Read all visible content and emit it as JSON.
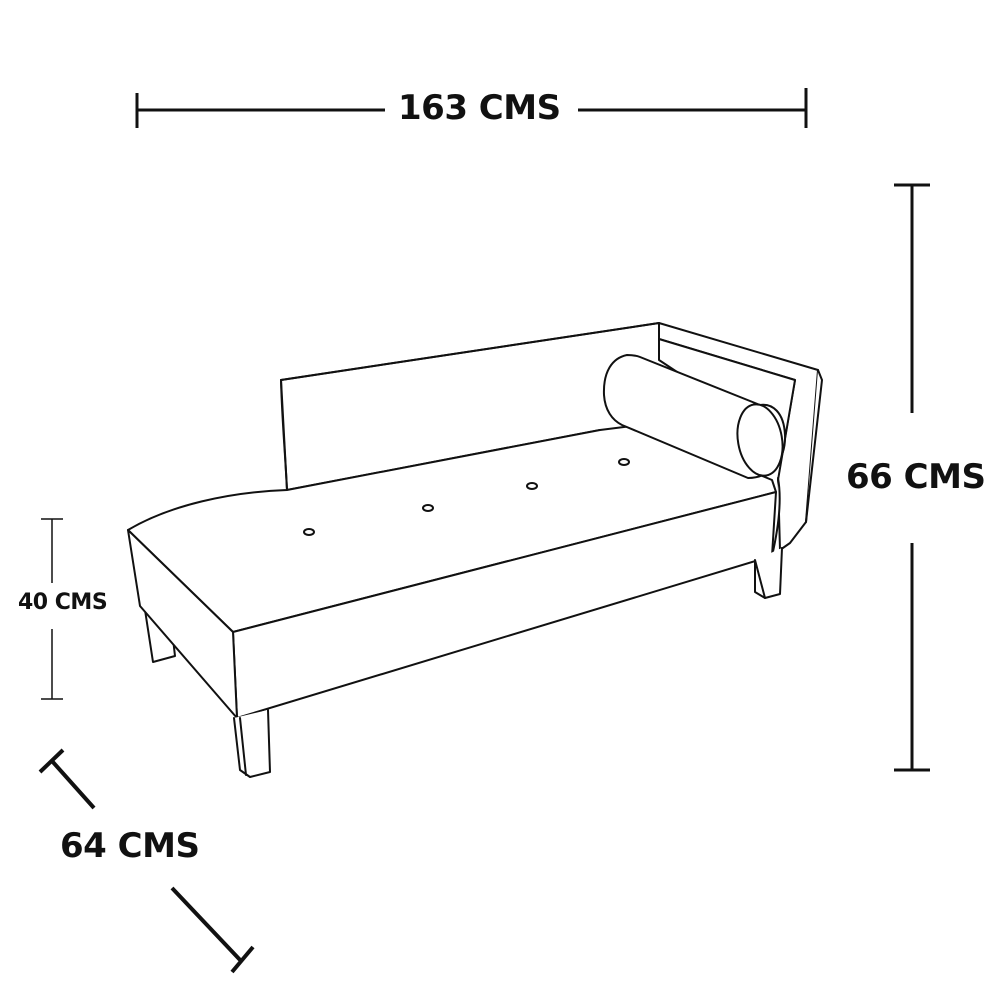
{
  "diagram": {
    "subject": "Chaise lounge sofa with bolster pillow and tufted seat",
    "stroke_color": "#111111",
    "background": "#ffffff"
  },
  "dimensions": {
    "width": {
      "label": "163 CMS",
      "value": 163,
      "unit": "CMS"
    },
    "height": {
      "label": "66 CMS",
      "value": 66,
      "unit": "CMS"
    },
    "seat_height": {
      "label": "40 CMS",
      "value": 40,
      "unit": "CMS"
    },
    "depth": {
      "label": "64 CMS",
      "value": 64,
      "unit": "CMS"
    }
  }
}
